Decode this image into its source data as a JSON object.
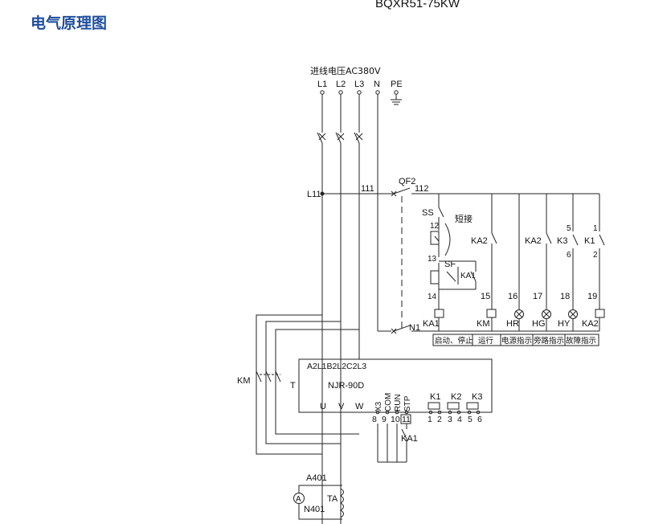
{
  "header": {
    "title": "电气原理图",
    "model": "BQXR51-75KW"
  },
  "supply": {
    "label": "进线电压AC380V",
    "terminals": [
      "L1",
      "L2",
      "L3",
      "N",
      "PE"
    ]
  },
  "labels": {
    "L11": "L11",
    "w111": "111",
    "w112": "112",
    "QF2": "QF2",
    "N1": "N1",
    "SS": "SS",
    "short": "短接",
    "n12": "12",
    "n13": "13",
    "n14": "14",
    "SF": "SF",
    "KA1_contact": "KA1",
    "KA2_a": "KA2",
    "KA2_b": "KA2",
    "K3": "K3",
    "K1": "K1",
    "n5": "5",
    "n6": "6",
    "n1": "1",
    "n2": "2",
    "KM": "KM",
    "T": "T",
    "KA1_bottom": "KA1",
    "A401": "A401",
    "N401": "N401",
    "TA": "TA",
    "A": "A"
  },
  "branch_numbers": [
    "15",
    "16",
    "17",
    "18",
    "19"
  ],
  "loads": [
    "KA1",
    "KM",
    "HR",
    "HG",
    "HY",
    "KA2"
  ],
  "functions": [
    "启动、停止",
    "运行",
    "电源指示",
    "旁路指示",
    "故障指示"
  ],
  "starter": {
    "top_terminals": "A2L1B2L2C2L3",
    "model": "NJR-90D",
    "outputs": [
      "U",
      "V",
      "W"
    ],
    "ctrl_pins": [
      "X3",
      "COM",
      "RUN",
      "STP"
    ],
    "ctrl_numbers": [
      "8",
      "9",
      "10",
      "11"
    ],
    "relays": [
      "K1",
      "K2",
      "K3"
    ],
    "relay_numbers": [
      "1",
      "2",
      "3",
      "4",
      "5",
      "6"
    ]
  }
}
